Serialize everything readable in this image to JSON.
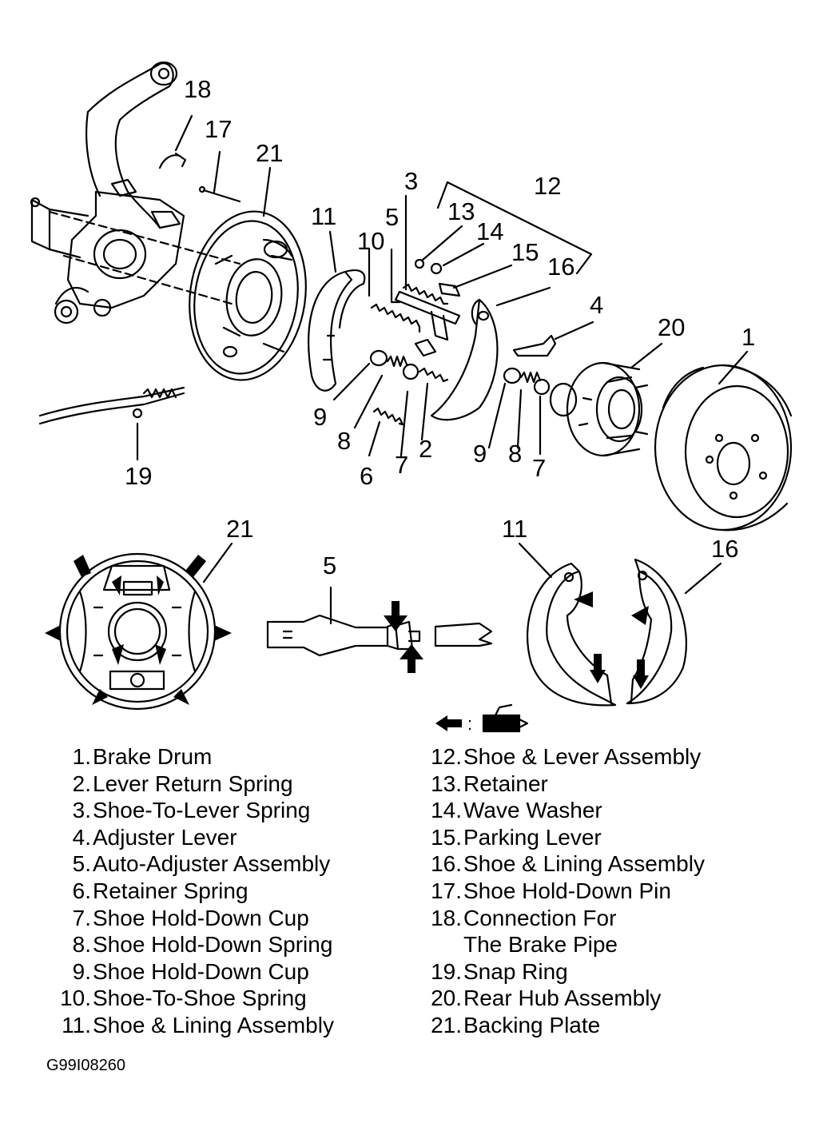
{
  "callouts": [
    {
      "id": "c18",
      "text": "18"
    },
    {
      "id": "c17",
      "text": "17"
    },
    {
      "id": "c21a",
      "text": "21"
    },
    {
      "id": "c3",
      "text": "3"
    },
    {
      "id": "c12",
      "text": "12"
    },
    {
      "id": "c13",
      "text": "13"
    },
    {
      "id": "c5a",
      "text": "5"
    },
    {
      "id": "c11a",
      "text": "11"
    },
    {
      "id": "c14",
      "text": "14"
    },
    {
      "id": "c10",
      "text": "10"
    },
    {
      "id": "c15",
      "text": "15"
    },
    {
      "id": "c16a",
      "text": "16"
    },
    {
      "id": "c4",
      "text": "4"
    },
    {
      "id": "c20",
      "text": "20"
    },
    {
      "id": "c1",
      "text": "1"
    },
    {
      "id": "c9a",
      "text": "9"
    },
    {
      "id": "c8a",
      "text": "8"
    },
    {
      "id": "c2",
      "text": "2"
    },
    {
      "id": "c9b",
      "text": "9"
    },
    {
      "id": "c8b",
      "text": "8"
    },
    {
      "id": "c7a",
      "text": "7"
    },
    {
      "id": "c7b",
      "text": "7"
    },
    {
      "id": "c6",
      "text": "6"
    },
    {
      "id": "c19",
      "text": "19"
    },
    {
      "id": "c21b",
      "text": "21"
    },
    {
      "id": "c5b",
      "text": "5"
    },
    {
      "id": "c11b",
      "text": "11"
    },
    {
      "id": "c16b",
      "text": "16"
    }
  ],
  "grease_key": ":",
  "legend_left": [
    {
      "num": "1.",
      "text": "Brake Drum"
    },
    {
      "num": "2.",
      "text": "Lever Return Spring"
    },
    {
      "num": "3.",
      "text": "Shoe-To-Lever Spring"
    },
    {
      "num": "4.",
      "text": "Adjuster Lever"
    },
    {
      "num": "5.",
      "text": "Auto-Adjuster Assembly"
    },
    {
      "num": "6.",
      "text": "Retainer Spring"
    },
    {
      "num": "7.",
      "text": "Shoe Hold-Down Cup"
    },
    {
      "num": "8.",
      "text": "Shoe Hold-Down Spring"
    },
    {
      "num": "9.",
      "text": "Shoe Hold-Down Cup"
    },
    {
      "num": "10.",
      "text": "Shoe-To-Shoe Spring"
    },
    {
      "num": "11.",
      "text": "Shoe & Lining Assembly"
    }
  ],
  "legend_right": [
    {
      "num": "12.",
      "text": "Shoe & Lever Assembly"
    },
    {
      "num": "13.",
      "text": "Retainer"
    },
    {
      "num": "14.",
      "text": "Wave Washer"
    },
    {
      "num": "15.",
      "text": "Parking Lever"
    },
    {
      "num": "16.",
      "text": "Shoe & Lining Assembly"
    },
    {
      "num": "17.",
      "text": "Shoe Hold-Down Pin"
    },
    {
      "num": "18.",
      "text": "Connection For"
    },
    {
      "num": "",
      "text": "The Brake Pipe"
    },
    {
      "num": "19.",
      "text": "Snap Ring"
    },
    {
      "num": "20.",
      "text": "Rear Hub Assembly"
    },
    {
      "num": "21.",
      "text": "Backing Plate"
    }
  ],
  "figure_code": "G99I08260"
}
